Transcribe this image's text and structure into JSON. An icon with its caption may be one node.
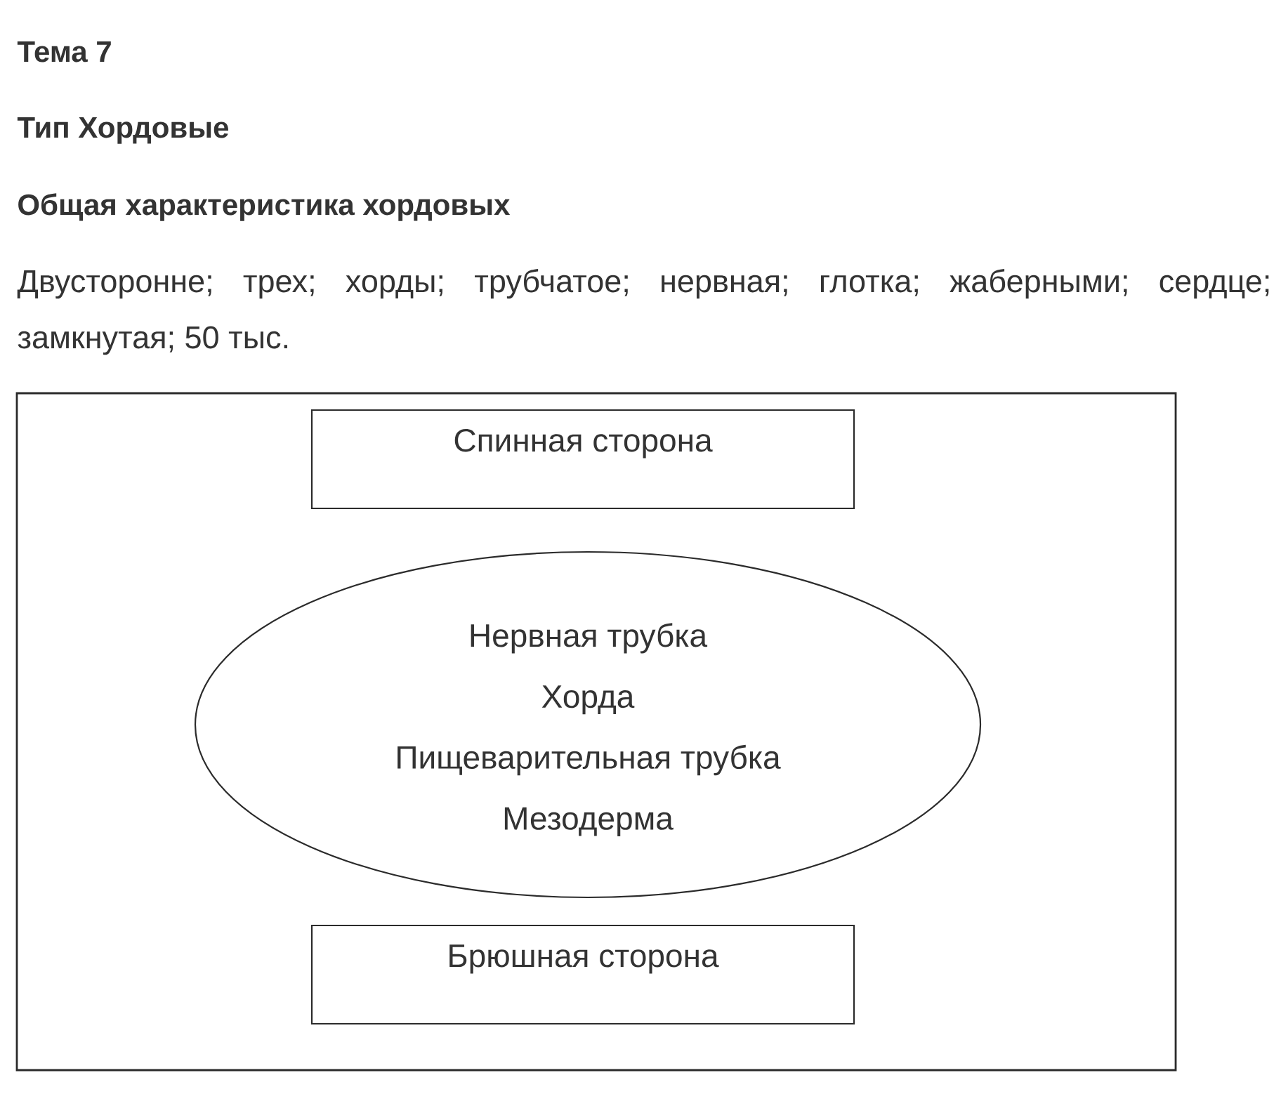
{
  "diagram": {
    "title": "Тема 7",
    "nodes": [
      {
        "text": [],
        "shape": "box"
      },
      {
        "text": [
          "Спинная сторона"
        ],
        "in": 0
      },
      {
        "text": [
          "Нервная трубка",
          "Хорда",
          "Пищеварительная трубка",
          "Мезодерма"
        ],
        "in": 0
      },
      {
        "text": [
          "Брюшная сторона"
        ],
        "in": 0
      }
    ],
    "labels": [
      "Тип Хордовые",
      "Общая характеристика хордовых",
      "Двусторонне; трех; хорды; трубчатое; нервная; глотка; жаберными; сердце; замкнутая; 50 тыс."
    ]
  }
}
